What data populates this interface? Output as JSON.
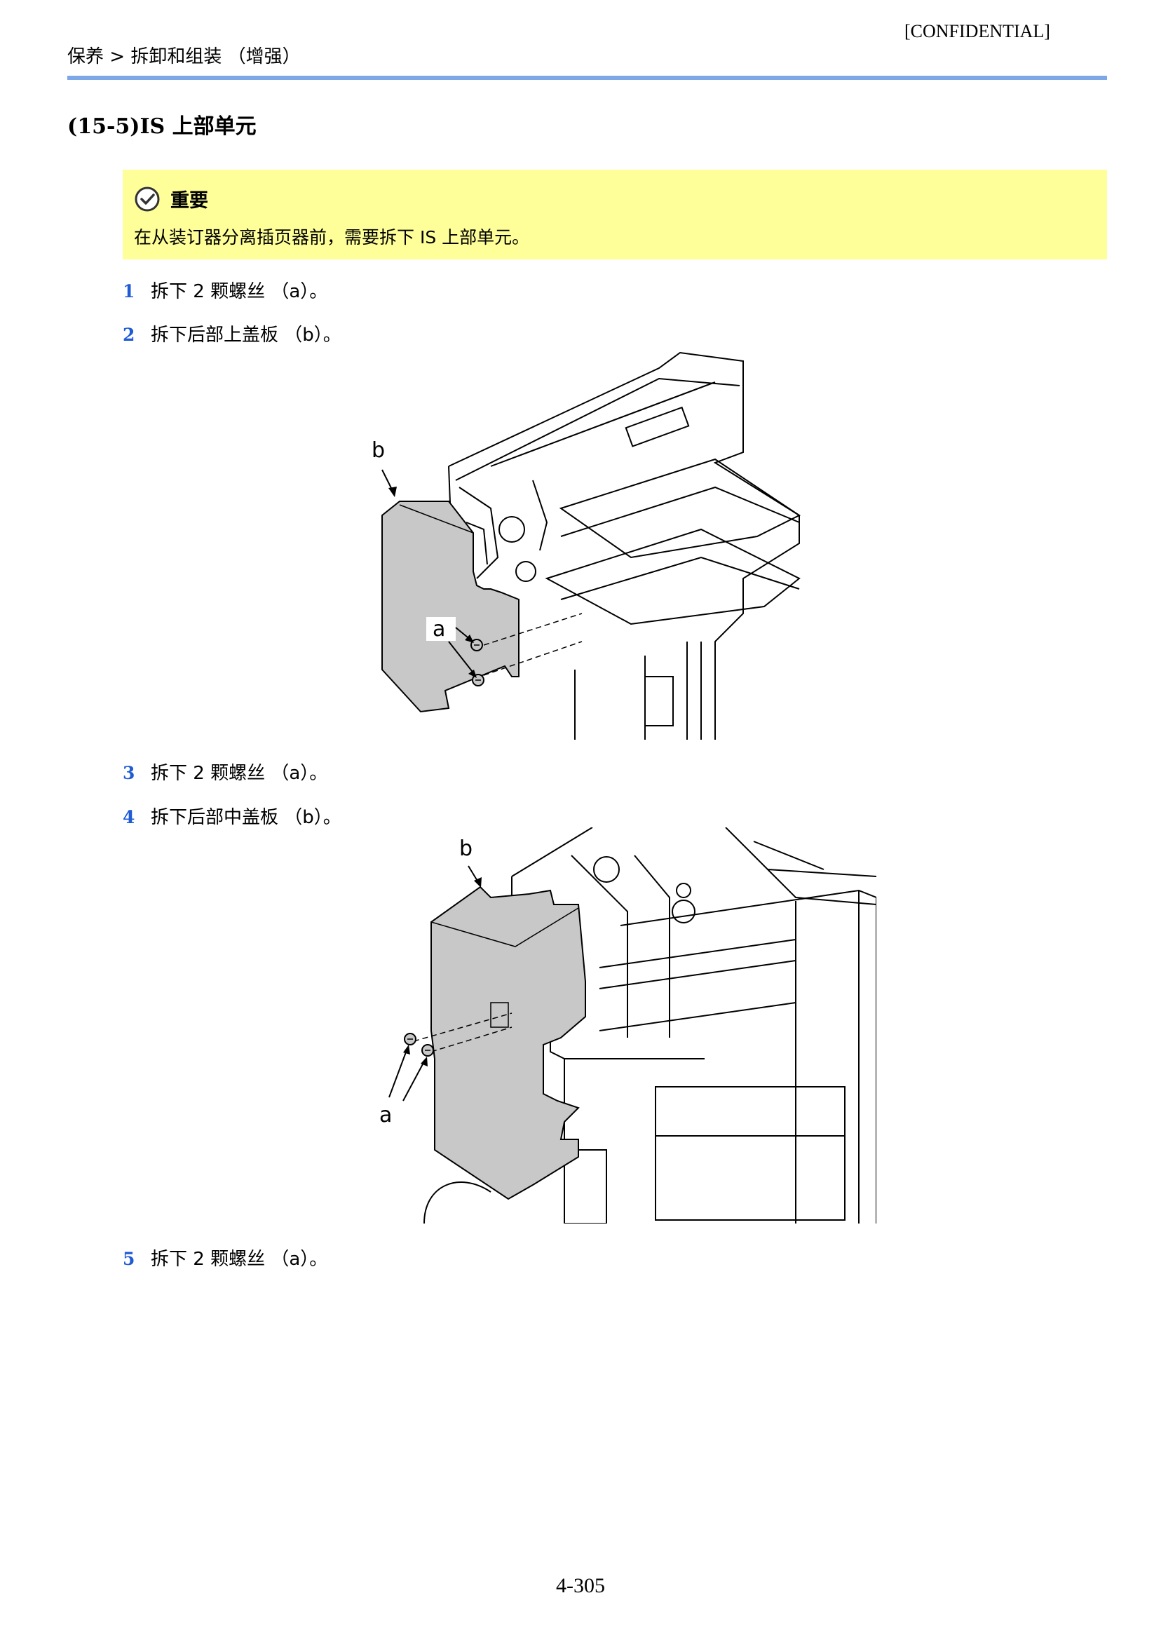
{
  "header": {
    "confidential": "[CONFIDENTIAL]",
    "breadcrumb": "保养 > 拆卸和组装 （增强）"
  },
  "section": {
    "title": "(15-5)IS 上部单元"
  },
  "notice": {
    "title": "重要",
    "body": "在从装订器分离插页器前，需要拆下 IS 上部单元。",
    "icon": "check-circle-icon"
  },
  "steps": [
    {
      "num": "1",
      "text": "拆下 2 颗螺丝 （a）。"
    },
    {
      "num": "2",
      "text": "拆下后部上盖板 （b）。"
    },
    {
      "num": "3",
      "text": "拆下 2 颗螺丝 （a）。"
    },
    {
      "num": "4",
      "text": "拆下后部中盖板 （b）。"
    },
    {
      "num": "5",
      "text": "拆下 2 颗螺丝 （a）。"
    }
  ],
  "figure1": {
    "label_b": "b",
    "label_a": "a"
  },
  "figure2": {
    "label_b": "b",
    "label_a": "a"
  },
  "footer": {
    "page_number": "4-305"
  },
  "colors": {
    "rule": "#7ea7e8",
    "notice_bg": "#ffff99",
    "step_number": "#1f5bd4",
    "cover_fill": "#c8c8c8"
  }
}
